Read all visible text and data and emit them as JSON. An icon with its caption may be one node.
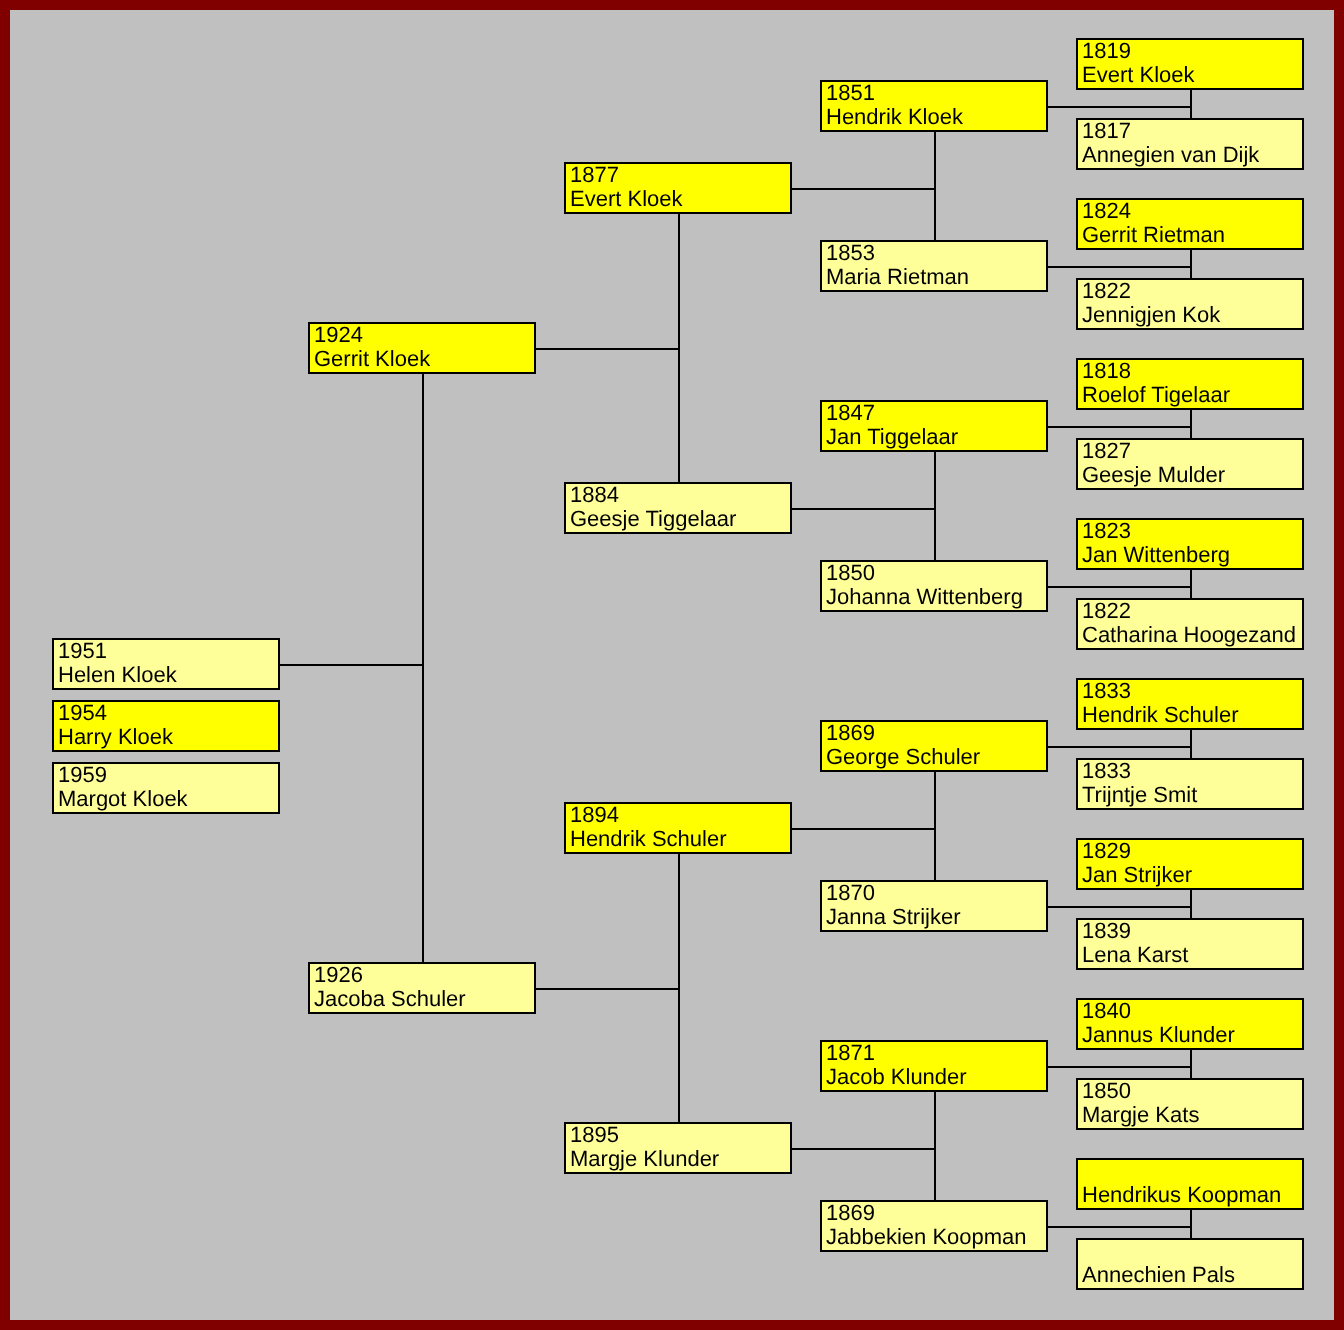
{
  "diagram": {
    "nodes": [
      {
        "text": [
          "1951",
          "Helen Kloek"
        ]
      },
      {
        "text": [
          "1954",
          "Harry Kloek"
        ]
      },
      {
        "text": [
          "1959",
          "Margot Kloek"
        ]
      },
      {
        "text": [
          "1924",
          "Gerrit Kloek"
        ]
      },
      {
        "text": [
          "1926",
          "Jacoba Schuler"
        ]
      },
      {
        "text": [
          "1877",
          "Evert Kloek"
        ]
      },
      {
        "text": [
          "1884",
          "Geesje Tiggelaar"
        ]
      },
      {
        "text": [
          "1894",
          "Hendrik Schuler"
        ]
      },
      {
        "text": [
          "1895",
          "Margje Klunder"
        ]
      },
      {
        "text": [
          "1851",
          "Hendrik Kloek"
        ]
      },
      {
        "text": [
          "1853",
          "Maria Rietman"
        ]
      },
      {
        "text": [
          "1847",
          "Jan Tiggelaar"
        ]
      },
      {
        "text": [
          "1850",
          "Johanna Wittenberg"
        ]
      },
      {
        "text": [
          "1869",
          "George Schuler"
        ]
      },
      {
        "text": [
          "1870",
          "Janna Strijker"
        ]
      },
      {
        "text": [
          "1871",
          "Jacob Klunder"
        ]
      },
      {
        "text": [
          "1869",
          "Jabbekien Koopman"
        ]
      },
      {
        "text": [
          "1819",
          "Evert Kloek"
        ]
      },
      {
        "text": [
          "1817",
          "Annegien van Dijk"
        ]
      },
      {
        "text": [
          "1824",
          "Gerrit Rietman"
        ]
      },
      {
        "text": [
          "1822",
          "Jennigjen Kok"
        ]
      },
      {
        "text": [
          "1818",
          "Roelof Tigelaar"
        ]
      },
      {
        "text": [
          "1827",
          "Geesje Mulder"
        ]
      },
      {
        "text": [
          "1823",
          "Jan Wittenberg"
        ]
      },
      {
        "text": [
          "1822",
          "Catharina Hoogezand"
        ]
      },
      {
        "text": [
          "1833",
          "Hendrik Schuler"
        ]
      },
      {
        "text": [
          "1833",
          "Trijntje Smit"
        ]
      },
      {
        "text": [
          "1829",
          "Jan Strijker"
        ]
      },
      {
        "text": [
          "1839",
          "Lena Karst"
        ]
      },
      {
        "text": [
          "1840",
          "Jannus Klunder"
        ]
      },
      {
        "text": [
          "1850",
          "Margje Kats"
        ]
      },
      {
        "text": [
          "Hendrikus Koopman"
        ]
      },
      {
        "text": [
          "Annechien Pals"
        ]
      }
    ],
    "edges": [
      {
        "from": 0,
        "to": 3,
        "arrow": "none"
      },
      {
        "from": 0,
        "to": 4,
        "arrow": "none"
      },
      {
        "from": 3,
        "to": 5,
        "arrow": "none"
      },
      {
        "from": 3,
        "to": 6,
        "arrow": "none"
      },
      {
        "from": 4,
        "to": 7,
        "arrow": "none"
      },
      {
        "from": 4,
        "to": 8,
        "arrow": "none"
      },
      {
        "from": 5,
        "to": 9,
        "arrow": "none"
      },
      {
        "from": 5,
        "to": 10,
        "arrow": "none"
      },
      {
        "from": 6,
        "to": 11,
        "arrow": "none"
      },
      {
        "from": 6,
        "to": 12,
        "arrow": "none"
      },
      {
        "from": 7,
        "to": 13,
        "arrow": "none"
      },
      {
        "from": 7,
        "to": 14,
        "arrow": "none"
      },
      {
        "from": 8,
        "to": 15,
        "arrow": "none"
      },
      {
        "from": 8,
        "to": 16,
        "arrow": "none"
      },
      {
        "from": 9,
        "to": 17,
        "arrow": "none"
      },
      {
        "from": 9,
        "to": 18,
        "arrow": "none"
      },
      {
        "from": 10,
        "to": 19,
        "arrow": "none"
      },
      {
        "from": 10,
        "to": 20,
        "arrow": "none"
      },
      {
        "from": 11,
        "to": 21,
        "arrow": "none"
      },
      {
        "from": 11,
        "to": 22,
        "arrow": "none"
      },
      {
        "from": 12,
        "to": 23,
        "arrow": "none"
      },
      {
        "from": 12,
        "to": 24,
        "arrow": "none"
      },
      {
        "from": 13,
        "to": 25,
        "arrow": "none"
      },
      {
        "from": 13,
        "to": 26,
        "arrow": "none"
      },
      {
        "from": 14,
        "to": 27,
        "arrow": "none"
      },
      {
        "from": 14,
        "to": 28,
        "arrow": "none"
      },
      {
        "from": 15,
        "to": 29,
        "arrow": "none"
      },
      {
        "from": 15,
        "to": 30,
        "arrow": "none"
      },
      {
        "from": 16,
        "to": 31,
        "arrow": "none"
      },
      {
        "from": 16,
        "to": 32,
        "arrow": "none"
      }
    ]
  }
}
